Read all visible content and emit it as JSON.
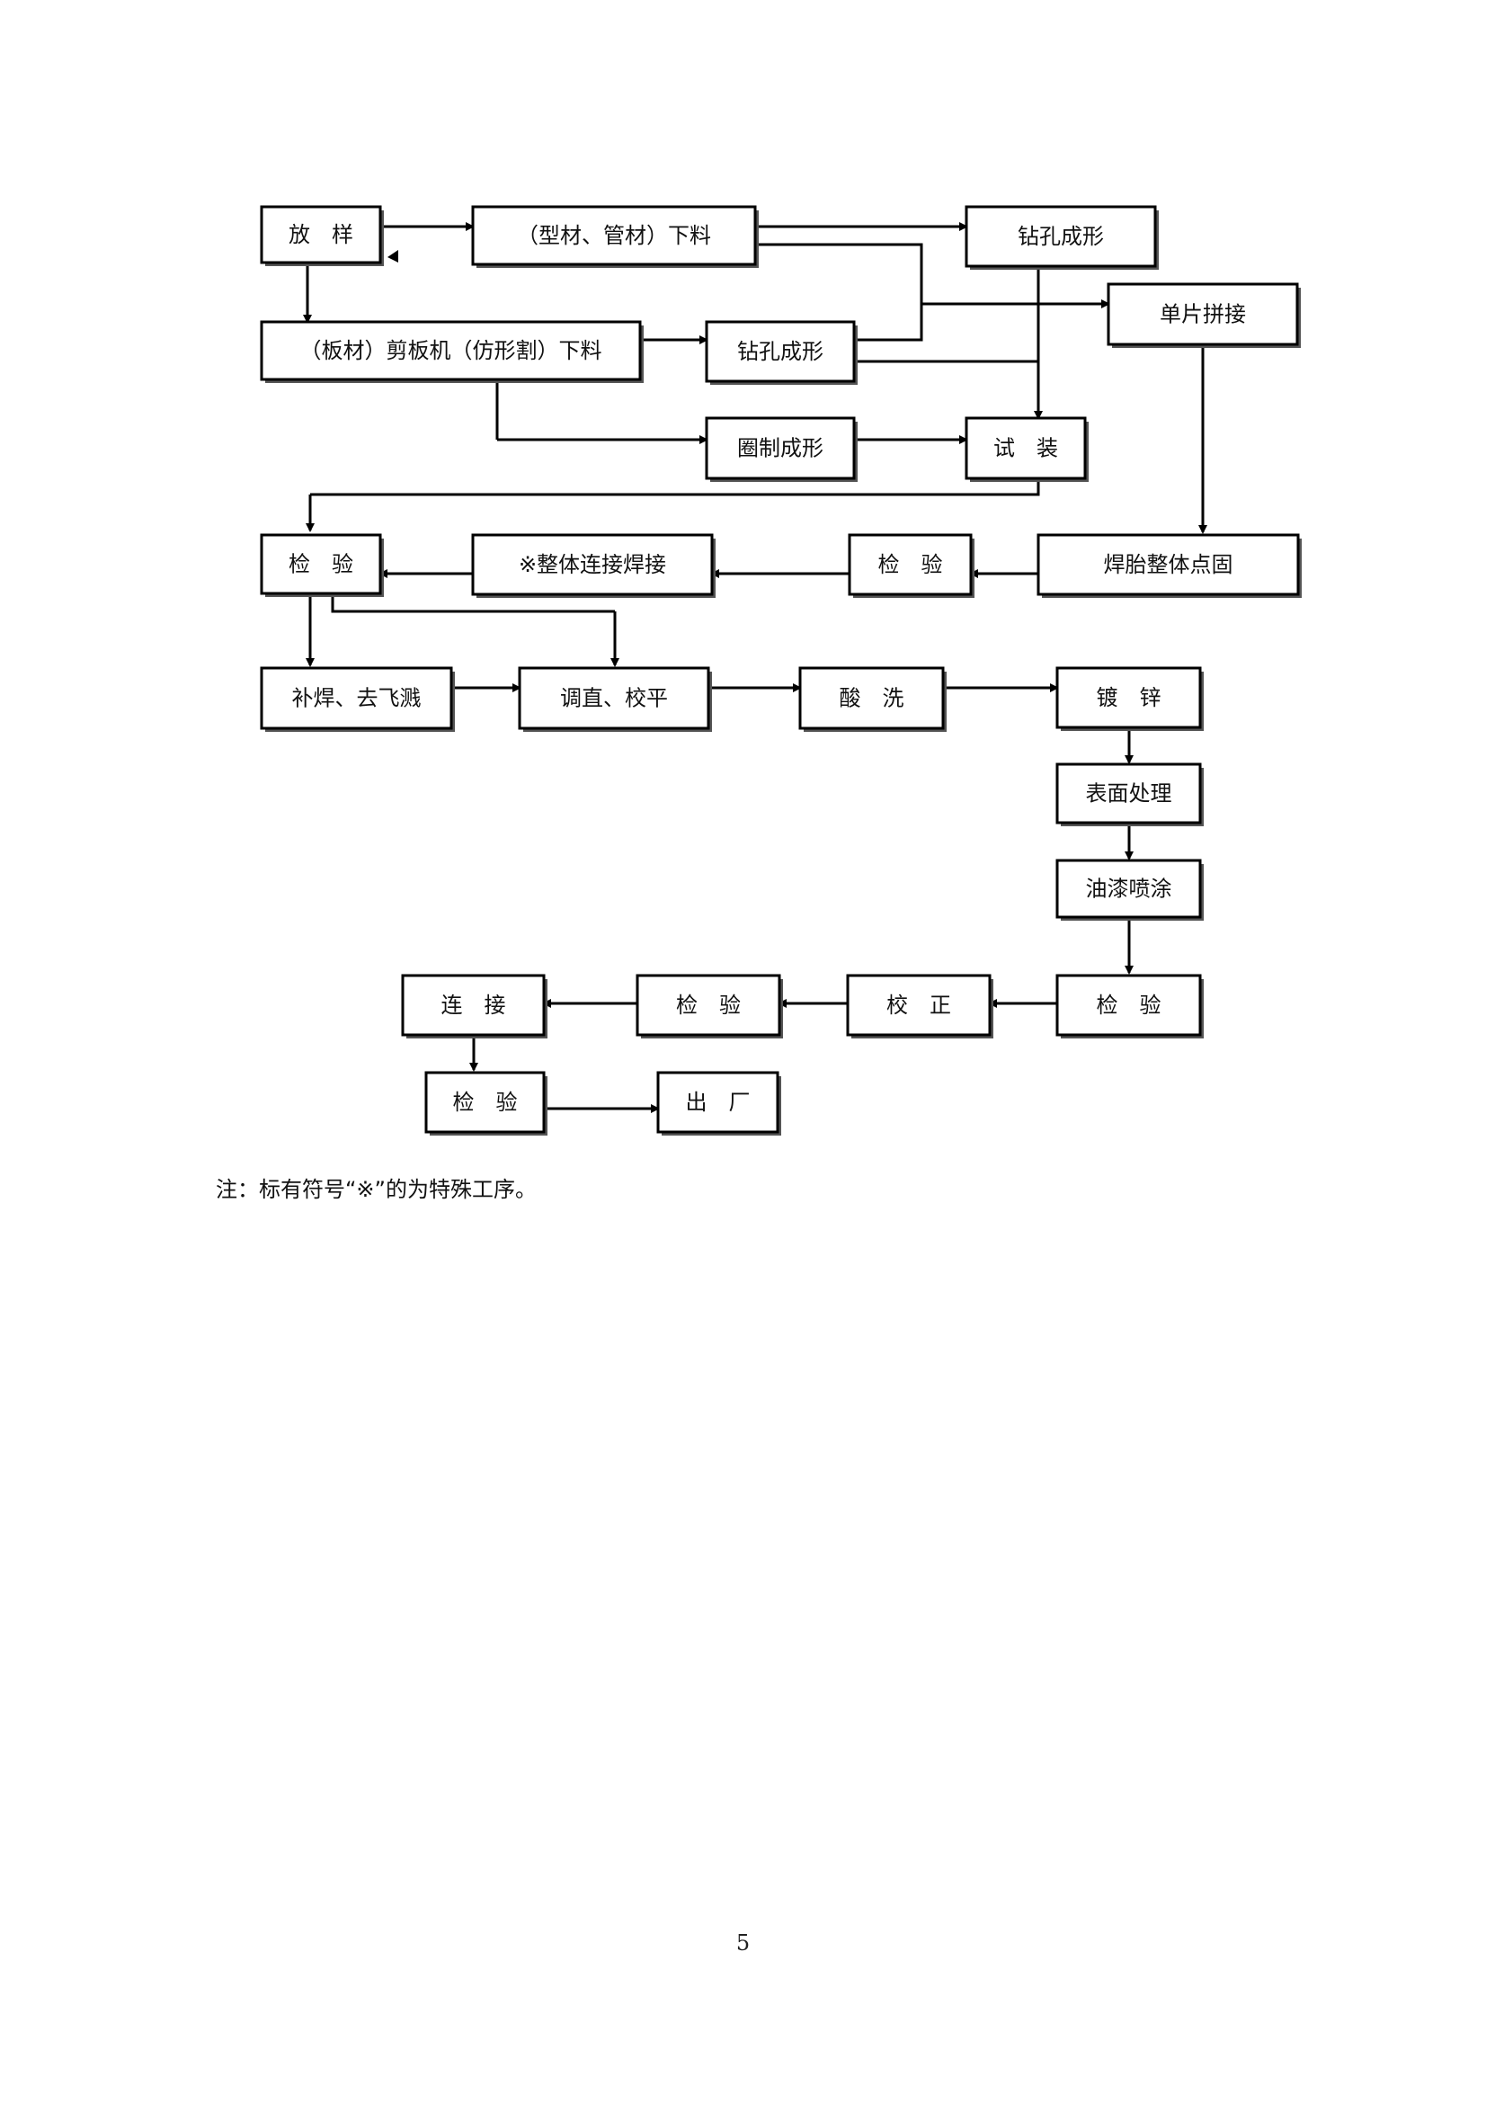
{
  "diagram": {
    "nodes": [
      {
        "id": "fangyang",
        "label": "放　样"
      },
      {
        "id": "xingcai",
        "label": "（型材、管材）下料"
      },
      {
        "id": "zuankong1",
        "label": "钻孔成形"
      },
      {
        "id": "bancai",
        "label": "（板材）剪板机（仿形割）下料"
      },
      {
        "id": "zuankong2",
        "label": "钻孔成形"
      },
      {
        "id": "danpian",
        "label": "单片拼接"
      },
      {
        "id": "juanzhi",
        "label": "圈制成形"
      },
      {
        "id": "shizhuang",
        "label": "试　装"
      },
      {
        "id": "jianyan1",
        "label": "检　验"
      },
      {
        "id": "zhengti",
        "label": "※整体连接焊接"
      },
      {
        "id": "jianyan2",
        "label": "检　验"
      },
      {
        "id": "hantai",
        "label": "焊胎整体点固"
      },
      {
        "id": "buhan",
        "label": "补焊、去飞溅"
      },
      {
        "id": "tiaozhi",
        "label": "调直、校平"
      },
      {
        "id": "suanxi",
        "label": "酸　洗"
      },
      {
        "id": "duxin",
        "label": "镀　锌"
      },
      {
        "id": "biaomian",
        "label": "表面处理"
      },
      {
        "id": "youqi",
        "label": "油漆喷涂"
      },
      {
        "id": "jianyan3",
        "label": "检　验"
      },
      {
        "id": "jiaozheng",
        "label": "校　正"
      },
      {
        "id": "jianyan4",
        "label": "检　验"
      },
      {
        "id": "lianjie",
        "label": "连　接"
      },
      {
        "id": "jianyan5",
        "label": "检　验"
      },
      {
        "id": "chuchang",
        "label": "出　厂"
      }
    ],
    "edges": [
      [
        "fangyang",
        "xingcai"
      ],
      [
        "fangyang",
        "bancai"
      ],
      [
        "xingcai",
        "zuankong1"
      ],
      [
        "xingcai",
        "danpian"
      ],
      [
        "zuankong2",
        "danpian"
      ],
      [
        "bancai",
        "zuankong2"
      ],
      [
        "bancai",
        "juanzhi"
      ],
      [
        "zuankong1",
        "shizhuang"
      ],
      [
        "zuankong2",
        "shizhuang"
      ],
      [
        "juanzhi",
        "shizhuang"
      ],
      [
        "shizhuang",
        "jianyan1"
      ],
      [
        "danpian",
        "hantai"
      ],
      [
        "hantai",
        "jianyan2"
      ],
      [
        "jianyan2",
        "zhengti"
      ],
      [
        "zhengti",
        "jianyan1"
      ],
      [
        "jianyan1",
        "buhan"
      ],
      [
        "jianyan1",
        "tiaozhi"
      ],
      [
        "buhan",
        "tiaozhi"
      ],
      [
        "tiaozhi",
        "suanxi"
      ],
      [
        "suanxi",
        "duxin"
      ],
      [
        "duxin",
        "biaomian"
      ],
      [
        "biaomian",
        "youqi"
      ],
      [
        "youqi",
        "jianyan3"
      ],
      [
        "jianyan3",
        "jiaozheng"
      ],
      [
        "jiaozheng",
        "jianyan4"
      ],
      [
        "jianyan4",
        "lianjie"
      ],
      [
        "lianjie",
        "jianyan5"
      ],
      [
        "jianyan5",
        "chuchang"
      ]
    ]
  },
  "note": "注：标有符号“※”的为特殊工序。",
  "page_number": "5"
}
